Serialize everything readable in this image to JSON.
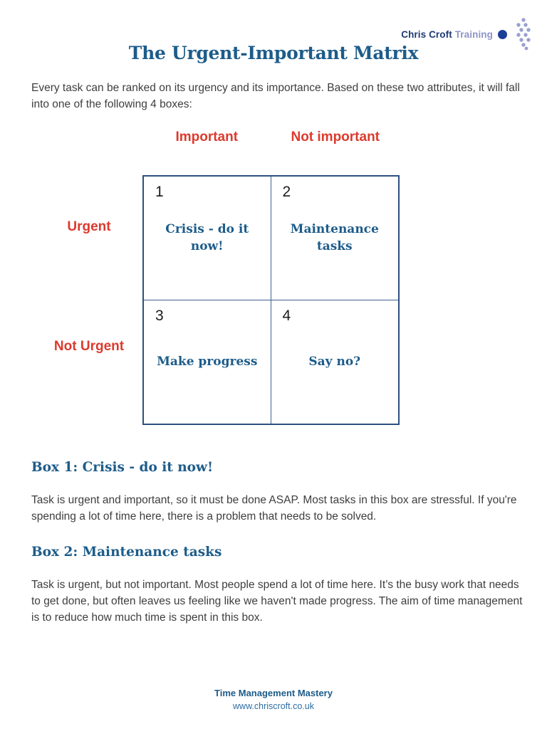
{
  "logo": {
    "name_bold": "Chris Croft",
    "name_light": "Training"
  },
  "title": "The Urgent-Important Matrix",
  "intro": "Every task can be ranked on its urgency and its importance. Based on these two attributes, it will fall into one of the following 4 boxes:",
  "matrix": {
    "col_labels": [
      "Important",
      "Not important"
    ],
    "row_labels": [
      "Urgent",
      "Not Urgent"
    ],
    "cells": [
      {
        "number": "1",
        "label": "Crisis - do it now!"
      },
      {
        "number": "2",
        "label": "Maintenance tasks"
      },
      {
        "number": "3",
        "label": "Make progress"
      },
      {
        "number": "4",
        "label": "Say no?"
      }
    ]
  },
  "sections": [
    {
      "heading": "Box 1: Crisis - do it now!",
      "body": "Task is urgent and important, so it must be done ASAP. Most tasks in this box are stressful. If you're spending a lot of time here, there is a problem that needs to be solved."
    },
    {
      "heading": "Box 2: Maintenance tasks",
      "body": "Task is urgent, but not important. Most people spend a lot of time here. It’s the busy work that needs to get done, but often leaves us feeling like we haven't made progress. The aim of time management is to reduce how much time is spent in this box."
    }
  ],
  "footer": {
    "line1": "Time Management Mastery",
    "line2": "www.chriscroft.co.uk"
  },
  "colors": {
    "heading_blue": "#1d5c8a",
    "accent_red": "#dc3a2e",
    "border_navy": "#2e4f80",
    "grid_line": "#3e618f",
    "body_text": "#3e3e3e",
    "number_black": "#1c1c1c",
    "logo_navy": "#1e3a75",
    "logo_light": "#8d94c8",
    "logo_dot": "#1b3f97",
    "dots": "#9aa1cf",
    "footer_blue": "#1d5c8a",
    "url_blue": "#2e6da4",
    "page_bg": "#ffffff"
  }
}
